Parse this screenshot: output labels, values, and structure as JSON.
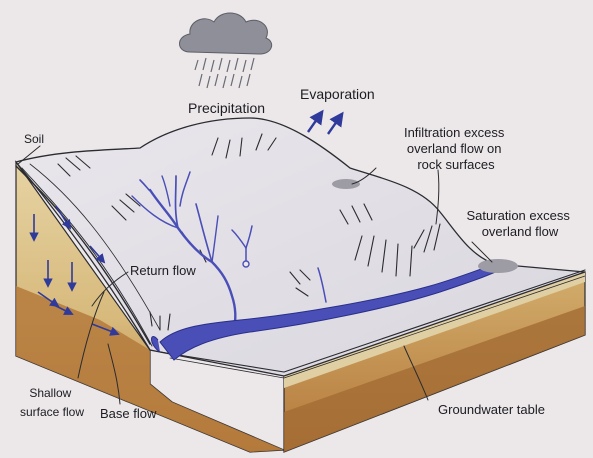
{
  "labels": {
    "precipitation": "Precipitation",
    "evaporation": "Evaporation",
    "soil": "Soil",
    "infiltration": [
      "Infiltration excess",
      "overland flow on",
      "rock surfaces"
    ],
    "saturation": [
      "Saturation excess",
      "overland flow"
    ],
    "return_flow": "Return flow",
    "shallow": [
      "Shallow",
      "surface flow"
    ],
    "base_flow": "Base flow",
    "groundwater": "Groundwater table"
  },
  "icons": {
    "cloud": "rain-cloud-icon",
    "evaporation_arrows": "evaporation-arrows-icon"
  },
  "colors": {
    "water": "#4a4fb8",
    "arrow": "#2f3a9a",
    "hill": "#e3e1e8",
    "soil_light": "#dcc38e",
    "soil_dark": "#b07a3c",
    "cloud": "#8e8f98"
  }
}
